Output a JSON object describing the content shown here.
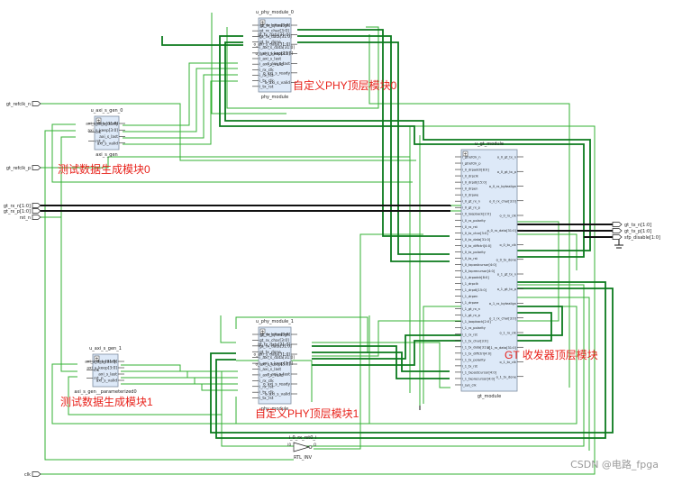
{
  "schematic": {
    "ports_left": [
      "gt_refclk_n",
      "gt_refclk_p",
      "gt_rx_n[1:0]",
      "gt_rx_p[1:0]",
      "rst_n",
      "clk"
    ],
    "ports_right": [
      "gt_tx_n[1:0]",
      "gt_tx_p[1:0]",
      "sfp_disable[1:0]"
    ],
    "blocks": [
      {
        "id": "phy0",
        "title": "u_phy_module_0",
        "sub": "phy_module",
        "label": "自定义PHY顶层模块0",
        "pins_in": [
          "gt_rx_bytealign",
          "gt_rx_char[3:0]",
          "gt_rx_data[31:0]",
          "gt_tx_done",
          "i_axi_s_data[31:0]",
          "i_axi_s_keep[3:0]",
          "i_axi_s_last",
          "i_axi_s_valid",
          "i_rx_clk",
          "i_rx_rst",
          "i_tx_clk",
          "i_tx_rst"
        ],
        "pins_out": [
          "gt_tx_char[3:0]",
          "gt_tx_data[31:0]",
          "o_axi_s_data[31:0]",
          "o_axi_s_keep[3:0]",
          "o_axi_s_last",
          "o_axi_s_ready",
          "o_axi_s_valid"
        ]
      },
      {
        "id": "phy1",
        "title": "u_phy_module_1",
        "sub": "phy_module",
        "label": "自定义PHY顶层模块1",
        "pins_in": [
          "gt_rx_bytealign",
          "gt_rx_char[3:0]",
          "gt_rx_data[31:0]",
          "gt_tx_done",
          "i_axi_s_data[31:0]",
          "i_axi_s_keep[3:0]",
          "i_axi_s_last",
          "i_axi_s_valid",
          "i_rx_clk",
          "i_rx_rst",
          "i_tx_clk",
          "i_tx_rst"
        ],
        "pins_out": [
          "gt_tx_char[3:0]",
          "gt_tx_data[31:0]",
          "o_axi_s_data[31:0]",
          "o_axi_s_keep[3:0]",
          "o_axi_s_last",
          "o_axi_s_ready",
          "o_axi_s_valid"
        ]
      },
      {
        "id": "gen0",
        "title": "u_axi_s_gen_0",
        "sub": "axi_s_gen",
        "label": "测试数据生成模块0",
        "pins_in": [
          "axi_s_ready",
          "clk",
          "rst_n"
        ],
        "pins_out": [
          "axi_s_data[31:0]",
          "axi_s_keep[3:0]",
          "axi_s_last",
          "axi_s_valid"
        ]
      },
      {
        "id": "gen1",
        "title": "u_axi_s_gen_1",
        "sub": "axi_s_gen__parameterized0",
        "label": "测试数据生成模块1",
        "pins_in": [
          "axi_s_ready",
          "clk",
          "rst_n"
        ],
        "pins_out": [
          "axi_s_data[31:0]",
          "axi_s_keep[3:0]",
          "axi_s_last",
          "axi_s_valid"
        ]
      },
      {
        "id": "gt",
        "title": "u_gt_module",
        "sub": "gt_module",
        "label": "GT 收发器顶层模块",
        "pins_in": [
          "i_gtrefclk_n",
          "i_gtrefclk_p",
          "i_0_drpaddr[8:0]",
          "i_0_drpclk",
          "i_0_drpdi[15:0]",
          "i_0_drpen",
          "i_0_drpwe",
          "i_0_gt_rx_n",
          "i_0_gt_rx_p",
          "i_0_loopback[2:0]",
          "i_0_rx_polarity",
          "i_0_rx_rst",
          "i_0_tx_char[3:0]",
          "i_0_tx_data[31:0]",
          "i_0_tx_diffctrl[4:0]",
          "i_0_tx_polarity",
          "i_0_tx_rst",
          "i_0_txpostcursor[4:0]",
          "i_0_txprecursor[4:0]",
          "i_1_drpaddr[8:0]",
          "i_1_drpclk",
          "i_1_drpdi[15:0]",
          "i_1_drpen",
          "i_1_drpwe",
          "i_1_gt_rx_n",
          "i_1_gt_rx_p",
          "i_1_loopback[2:0]",
          "i_1_rx_polarity",
          "i_1_rx_rst",
          "i_1_tx_char[3:0]",
          "i_1_tx_data[31:0]",
          "i_1_tx_diffctrl[4:0]",
          "i_1_tx_polarity",
          "i_1_tx_rst",
          "i_1_txpostcursor[4:0]",
          "i_1_txprecursor[4:0]",
          "i_sys_clk"
        ],
        "pins_out": [
          "o_0_gt_tx_n",
          "o_0_gt_tx_p",
          "o_0_rx_bytealign",
          "o_0_rx_char[3:0]",
          "o_0_rx_clk",
          "o_0_rx_data[31:0]",
          "o_0_tx_clk",
          "o_0_tx_done",
          "o_1_gt_tx_n",
          "o_1_gt_tx_p",
          "o_1_rx_bytealign",
          "o_1_rx_char[3:0]",
          "o_1_rx_clk",
          "o_1_rx_data[31:0]",
          "o_1_tx_clk",
          "o_1_tx_done"
        ]
      },
      {
        "id": "inv",
        "title": "i_0_rx_rst0_i",
        "sub": "RTL_INV",
        "label": "",
        "pins_in": [
          "I0"
        ],
        "pins_out": [
          "O"
        ]
      }
    ],
    "watermark": "CSDN @电路_fpga"
  },
  "colors": {
    "wire": "#33b233",
    "bus": "#0b7a1d",
    "bus_black": "#111111",
    "block_fill": "#dde9f8",
    "block_stroke": "#7e8da0",
    "port": "#222222",
    "text": "#222222",
    "label_red": "#e8231c"
  }
}
